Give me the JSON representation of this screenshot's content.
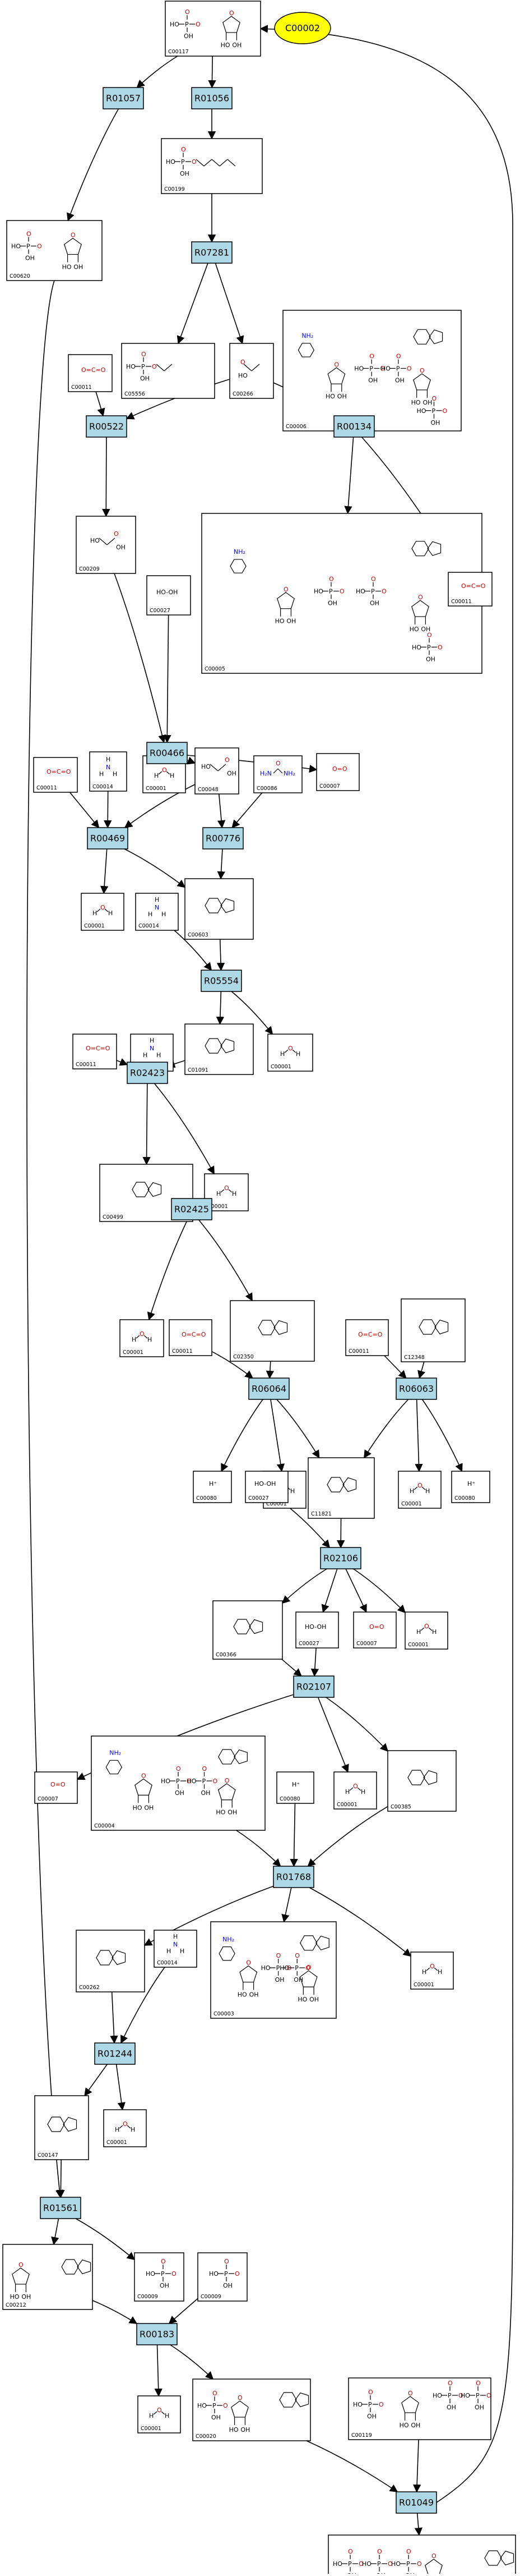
{
  "highlight": {
    "label": "C00002",
    "fill": "#ffff00"
  },
  "reactions": [
    {
      "id": "r1057",
      "label": "R01057"
    },
    {
      "id": "r1056",
      "label": "R01056"
    },
    {
      "id": "r7281",
      "label": "R07281"
    },
    {
      "id": "r0522",
      "label": "R00522"
    },
    {
      "id": "r0134",
      "label": "R00134"
    },
    {
      "id": "r0466",
      "label": "R00466"
    },
    {
      "id": "r0469",
      "label": "R00469"
    },
    {
      "id": "r0776",
      "label": "R00776"
    },
    {
      "id": "r5554",
      "label": "R05554"
    },
    {
      "id": "r2423",
      "label": "R02423"
    },
    {
      "id": "r2425",
      "label": "R02425"
    },
    {
      "id": "r6064",
      "label": "R06064"
    },
    {
      "id": "r6063",
      "label": "R06063"
    },
    {
      "id": "r2106",
      "label": "R02106"
    },
    {
      "id": "r2107",
      "label": "R02107"
    },
    {
      "id": "r1768",
      "label": "R01768"
    },
    {
      "id": "r1244",
      "label": "R01244"
    },
    {
      "id": "r1561",
      "label": "R01561"
    },
    {
      "id": "r0183",
      "label": "R00183"
    },
    {
      "id": "r1049",
      "label": "R01049"
    }
  ],
  "compounds": [
    {
      "id": "c117",
      "code": "C00117",
      "structure": "ribose-5-phosphate"
    },
    {
      "id": "c199",
      "code": "C00199",
      "structure": "ribulose-5-phosphate"
    },
    {
      "id": "c620",
      "code": "C00620",
      "structure": "ribose-1-phosphate"
    },
    {
      "id": "c5556",
      "code": "C05556",
      "structure": "phosphoglycolaldehyde"
    },
    {
      "id": "c266",
      "code": "C00266",
      "structure": "glycolaldehyde"
    },
    {
      "id": "c6",
      "code": "C00006",
      "structure": "NADP+"
    },
    {
      "id": "c11a",
      "code": "C00011",
      "structure": "CO2"
    },
    {
      "id": "c209",
      "code": "C00209",
      "structure": "oxalate"
    },
    {
      "id": "c5",
      "code": "C00005",
      "structure": "NADPH"
    },
    {
      "id": "c11b",
      "code": "C00011",
      "structure": "CO2"
    },
    {
      "id": "c27a",
      "code": "C00027",
      "structure": "H2O2"
    },
    {
      "id": "c14a",
      "code": "C00014",
      "structure": "NH3"
    },
    {
      "id": "c11c",
      "code": "C00011",
      "structure": "CO2"
    },
    {
      "id": "c1a",
      "code": "C00001",
      "structure": "H2O"
    },
    {
      "id": "c48",
      "code": "C00048",
      "structure": "glyoxylate"
    },
    {
      "id": "c7a",
      "code": "C00007",
      "structure": "O2"
    },
    {
      "id": "c86",
      "code": "C00086",
      "structure": "urea"
    },
    {
      "id": "c1b",
      "code": "C00001",
      "structure": "H2O"
    },
    {
      "id": "c14b",
      "code": "C00014",
      "structure": "NH3"
    },
    {
      "id": "c603",
      "code": "C00603",
      "structure": "ureidoglycolate"
    },
    {
      "id": "c1c",
      "code": "C00001",
      "structure": "H2O"
    },
    {
      "id": "c11d",
      "code": "C00011",
      "structure": "CO2"
    },
    {
      "id": "c14c",
      "code": "C00014",
      "structure": "NH3"
    },
    {
      "id": "c11e",
      "code": "C00011",
      "structure": "CO2"
    },
    {
      "id": "c1091",
      "code": "C01091",
      "structure": "ureidoglycine"
    },
    {
      "id": "c1d",
      "code": "C00001",
      "structure": "H2O"
    },
    {
      "id": "c499",
      "code": "C00499",
      "structure": "allantoate"
    },
    {
      "id": "c1e",
      "code": "C00001",
      "structure": "H2O"
    },
    {
      "id": "c11f",
      "code": "C00011",
      "structure": "CO2"
    },
    {
      "id": "c1f",
      "code": "C00001",
      "structure": "H2O"
    },
    {
      "id": "c2350",
      "code": "C02350",
      "structure": "allantoin"
    },
    {
      "id": "c11g",
      "code": "C00011",
      "structure": "CO2"
    },
    {
      "id": "c12348",
      "code": "C12348",
      "structure": "OHCU"
    },
    {
      "id": "c80a",
      "code": "C00080",
      "structure": "H+"
    },
    {
      "id": "c27b",
      "code": "C00027",
      "structure": "H2O2"
    },
    {
      "id": "c1g",
      "code": "C00001",
      "structure": "H2O"
    },
    {
      "id": "c11833",
      "code": "C11821",
      "structure": "5-hydroxyisourate"
    },
    {
      "id": "c1h",
      "code": "C00001",
      "structure": "H2O"
    },
    {
      "id": "c80b",
      "code": "C00080",
      "structure": "H+"
    },
    {
      "id": "c366",
      "code": "C00366",
      "structure": "urate"
    },
    {
      "id": "c27c",
      "code": "C00027",
      "structure": "H2O2"
    },
    {
      "id": "c7b",
      "code": "C00007",
      "structure": "O2"
    },
    {
      "id": "c1i",
      "code": "C00001",
      "structure": "H2O"
    },
    {
      "id": "c7c",
      "code": "C00007",
      "structure": "O2"
    },
    {
      "id": "c4",
      "code": "C00004",
      "structure": "NADH"
    },
    {
      "id": "c80c",
      "code": "C00080",
      "structure": "H+"
    },
    {
      "id": "c1j",
      "code": "C00001",
      "structure": "H2O"
    },
    {
      "id": "c385",
      "code": "C00385",
      "structure": "xanthine"
    },
    {
      "id": "c3",
      "code": "C00003",
      "structure": "NAD+"
    },
    {
      "id": "c1k",
      "code": "C00001",
      "structure": "H2O"
    },
    {
      "id": "c262",
      "code": "C00262",
      "structure": "hypoxanthine"
    },
    {
      "id": "c14d",
      "code": "C00014",
      "structure": "NH3"
    },
    {
      "id": "c147",
      "code": "C00147",
      "structure": "adenine"
    },
    {
      "id": "c1l",
      "code": "C00001",
      "structure": "H2O"
    },
    {
      "id": "c212",
      "code": "C00212",
      "structure": "adenosine"
    },
    {
      "id": "c9a",
      "code": "C00009",
      "structure": "phosphate"
    },
    {
      "id": "c9b",
      "code": "C00009",
      "structure": "phosphate"
    },
    {
      "id": "c1m",
      "code": "C00001",
      "structure": "H2O"
    },
    {
      "id": "c20",
      "code": "C00020",
      "structure": "AMP"
    },
    {
      "id": "c119",
      "code": "C00119",
      "structure": "PRPP"
    },
    {
      "id": "c2",
      "code": "C00002",
      "structure": "ATP"
    }
  ]
}
